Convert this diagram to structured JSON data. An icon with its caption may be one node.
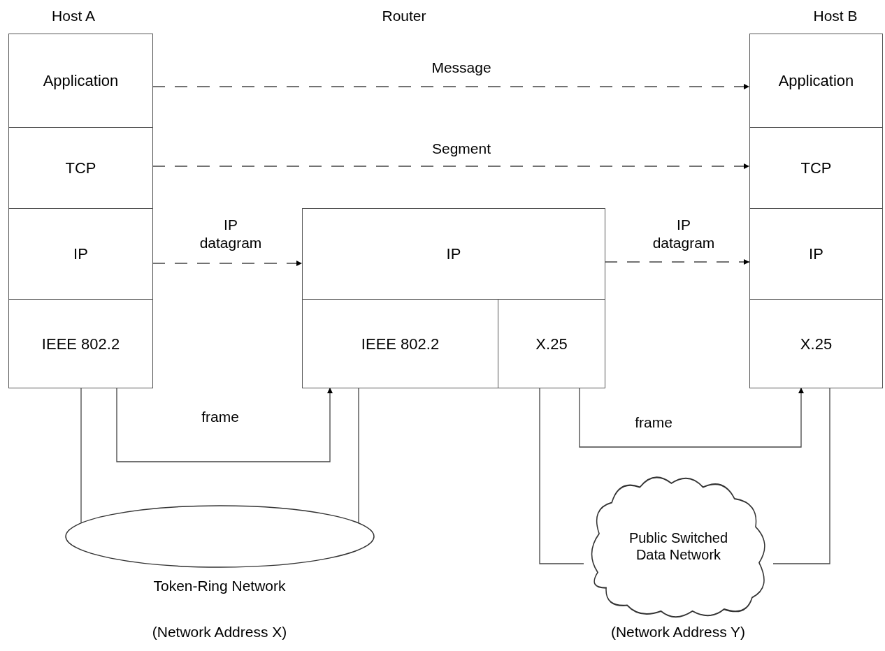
{
  "diagram": {
    "nodes": [
      {
        "text": [
          "Application"
        ]
      },
      {
        "text": [
          "TCP"
        ]
      },
      {
        "text": [
          "IP"
        ]
      },
      {
        "text": [
          "IEEE 802.2"
        ]
      },
      {
        "text": [
          "IP"
        ]
      },
      {
        "text": [
          "IEEE 802.2"
        ]
      },
      {
        "text": [
          "X.25"
        ]
      },
      {
        "text": [
          "Application"
        ]
      },
      {
        "text": [
          "TCP"
        ]
      },
      {
        "text": [
          "IP"
        ]
      },
      {
        "text": [
          "X.25"
        ]
      },
      {
        "text": [],
        "shape": "ellipse",
        "beside": [
          "Token-Ring Network",
          "(Network Address X)"
        ]
      },
      {
        "text": [
          "Public Switched Data Network"
        ],
        "beside": [
          "(Network Address Y)"
        ]
      }
    ],
    "edges": [
      {
        "from": 0,
        "to": 7,
        "arrow": "to",
        "label": "Message",
        "style": "dashed"
      },
      {
        "from": 1,
        "to": 8,
        "arrow": "to",
        "label": "Segment",
        "style": "dashed"
      },
      {
        "from": 2,
        "to": 4,
        "arrow": "to",
        "label": "IP datagram",
        "style": "dashed"
      },
      {
        "from": 4,
        "to": 9,
        "arrow": "to",
        "label": "IP datagram",
        "style": "dashed"
      },
      {
        "from": 3,
        "to": 5,
        "arrow": "to",
        "label": "frame"
      },
      {
        "from": 6,
        "to": 10,
        "arrow": "to",
        "label": "frame"
      },
      {
        "from": 3,
        "to": 11,
        "arrow": "none"
      },
      {
        "from": 5,
        "to": 11,
        "arrow": "none"
      },
      {
        "from": 6,
        "to": 12,
        "arrow": "none"
      },
      {
        "from": 10,
        "to": 12,
        "arrow": "none"
      }
    ],
    "labels": [
      "Host A",
      "Router",
      "Host B"
    ]
  }
}
